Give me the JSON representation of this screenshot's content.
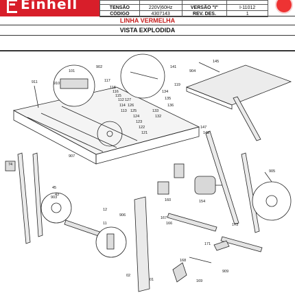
{
  "header": {
    "brand": "Einhell",
    "rows": [
      {
        "k1": "",
        "v1": "",
        "k2": "",
        "v2": ""
      },
      {
        "k1": "TENSÃO",
        "v1": "220V|60Hz",
        "k2": "VERSÃO \"I\"",
        "v2": "I-11012"
      },
      {
        "k1": "CÓDIGO",
        "v1": "4307143",
        "k2": "REV. DES.",
        "v2": "1"
      }
    ]
  },
  "line_title": "LINHA VERMELHA",
  "view_title": "VISTA EXPLODIDA",
  "part_labels": [
    {
      "id": "101",
      "text": "101"
    },
    {
      "id": "902",
      "text": "902"
    },
    {
      "id": "911",
      "text": "911"
    },
    {
      "id": "910",
      "text": "910"
    },
    {
      "id": "117",
      "text": "117"
    },
    {
      "id": "118",
      "text": "118"
    },
    {
      "id": "116",
      "text": "116"
    },
    {
      "id": "115",
      "text": "115"
    },
    {
      "id": "112",
      "text": "112"
    },
    {
      "id": "114",
      "text": "114"
    },
    {
      "id": "113",
      "text": "113"
    },
    {
      "id": "127",
      "text": "127"
    },
    {
      "id": "126",
      "text": "126"
    },
    {
      "id": "125",
      "text": "125"
    },
    {
      "id": "124",
      "text": "124"
    },
    {
      "id": "123",
      "text": "123"
    },
    {
      "id": "122",
      "text": "122"
    },
    {
      "id": "121",
      "text": "121"
    },
    {
      "id": "133",
      "text": "133"
    },
    {
      "id": "132",
      "text": "132"
    },
    {
      "id": "134",
      "text": "134"
    },
    {
      "id": "135",
      "text": "135"
    },
    {
      "id": "136",
      "text": "136"
    },
    {
      "id": "141",
      "text": "141"
    },
    {
      "id": "119",
      "text": "119"
    },
    {
      "id": "904",
      "text": "904"
    },
    {
      "id": "145",
      "text": "145"
    },
    {
      "id": "147",
      "text": "147"
    },
    {
      "id": "148",
      "text": "148"
    },
    {
      "id": "905",
      "text": "905"
    },
    {
      "id": "74",
      "text": "74"
    },
    {
      "id": "907",
      "text": "907"
    },
    {
      "id": "160",
      "text": "160"
    },
    {
      "id": "154",
      "text": "154"
    },
    {
      "id": "45",
      "text": "45"
    },
    {
      "id": "43",
      "text": "43"
    },
    {
      "id": "903",
      "text": "903"
    },
    {
      "id": "12",
      "text": "12"
    },
    {
      "id": "11",
      "text": "11"
    },
    {
      "id": "906",
      "text": "906"
    },
    {
      "id": "167",
      "text": "167"
    },
    {
      "id": "166",
      "text": "166"
    },
    {
      "id": "173",
      "text": "173"
    },
    {
      "id": "171",
      "text": "171"
    },
    {
      "id": "909",
      "text": "909"
    },
    {
      "id": "168",
      "text": "168"
    },
    {
      "id": "169",
      "text": "169"
    },
    {
      "id": "02",
      "text": "02"
    },
    {
      "id": "01",
      "text": "01"
    }
  ]
}
